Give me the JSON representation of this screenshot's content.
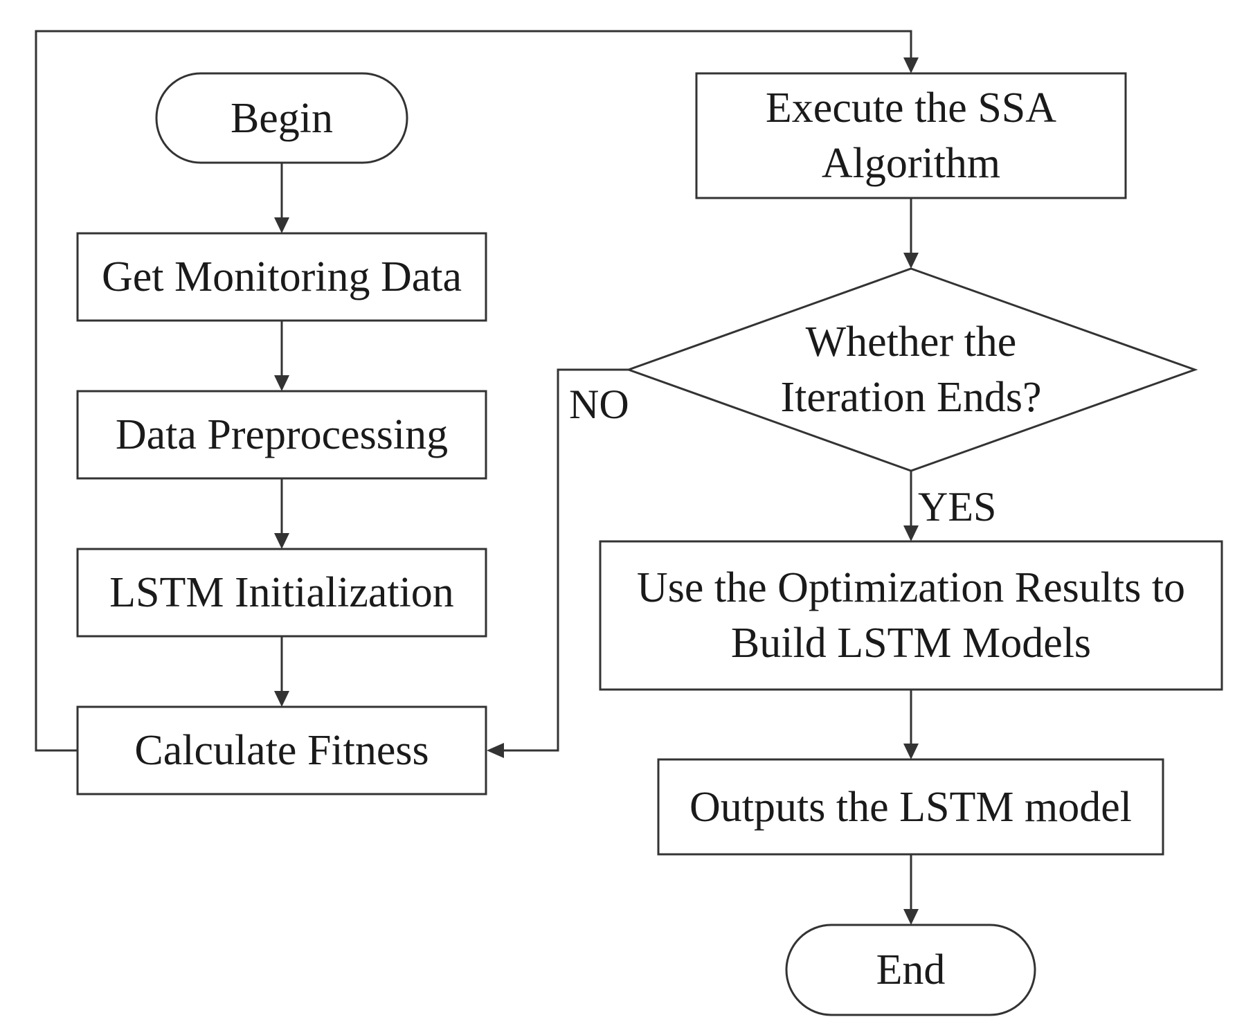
{
  "nodes": {
    "begin": "Begin",
    "get_monitoring_data": "Get Monitoring Data",
    "data_preprocessing": "Data Preprocessing",
    "lstm_initialization": "LSTM Initialization",
    "calculate_fitness": "Calculate Fitness",
    "execute_ssa": {
      "line1": "Execute the SSA",
      "line2": "Algorithm"
    },
    "decision": {
      "line1": "Whether the",
      "line2": "Iteration Ends?"
    },
    "use_optimization": {
      "line1": "Use the Optimization Results to",
      "line2": "Build LSTM Models"
    },
    "outputs_model": "Outputs the LSTM model",
    "end": "End"
  },
  "edge_labels": {
    "no": "NO",
    "yes": "YES"
  },
  "colors": {
    "stroke": "#333333",
    "text": "#1a1a1a",
    "background": "#ffffff"
  }
}
